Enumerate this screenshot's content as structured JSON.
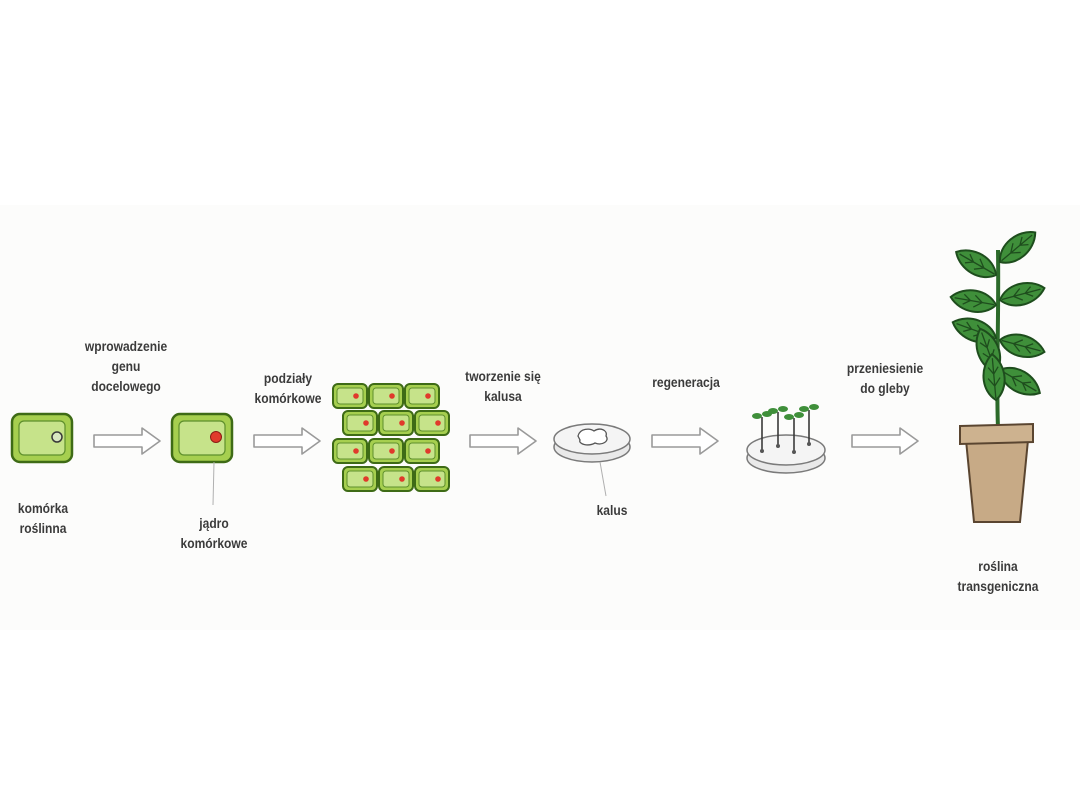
{
  "steps": {
    "plant_cell": "komórka\nroślinna",
    "gene_intro": "wprowadzenie\ngenu\ndocelowego",
    "nucleus": "jądro\nkomórkowe",
    "cell_division": "podziały\nkomórkowe",
    "callus_forming": "tworzenie się\nkalusa",
    "callus": "kalus",
    "regeneration": "regeneracja",
    "soil_transfer": "przeniesienie\ndo gleby",
    "transgenic_plant": "roślina\ntransgeniczna"
  },
  "colors": {
    "cell_fill": "#a6cf4f",
    "cell_outline": "#3e6b16",
    "nucleus_new": "#e03a2b",
    "leaf": "#3f8f3a",
    "pot": "#c7aa86",
    "arrow_outline": "#9a9a9a"
  }
}
